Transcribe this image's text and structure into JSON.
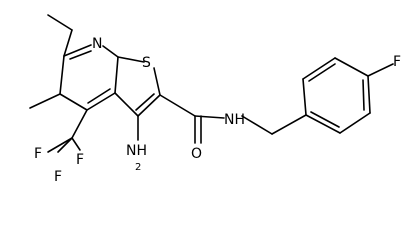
{
  "molecule": {
    "atoms": {
      "N_ring": "N",
      "S": "S",
      "F_aryl": "F",
      "NH": "NH",
      "O": "O",
      "NH2_main": "NH",
      "NH2_sub": "2",
      "F1": "F",
      "F2": "F",
      "F3": "F"
    }
  }
}
